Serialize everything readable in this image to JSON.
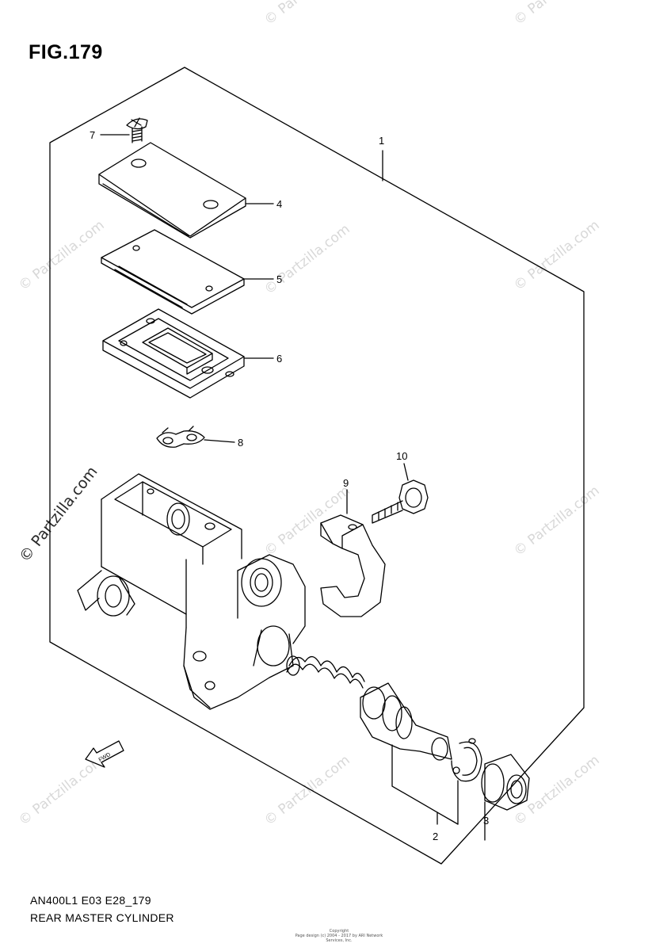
{
  "figure": {
    "title": "FIG.179"
  },
  "callouts": [
    "1",
    "2",
    "3",
    "4",
    "5",
    "6",
    "7",
    "8",
    "9",
    "10"
  ],
  "caption": {
    "code": "AN400L1 E03 E28_179",
    "name": "REAR MASTER CYLINDER"
  },
  "watermark": {
    "text": "© Partzilla.com"
  },
  "front_arrow": {
    "label": "FWD"
  },
  "copyright": {
    "line1": "Copyright",
    "line2": "Page design (c) 2004 - 2017 by ARI Network Services, Inc."
  }
}
